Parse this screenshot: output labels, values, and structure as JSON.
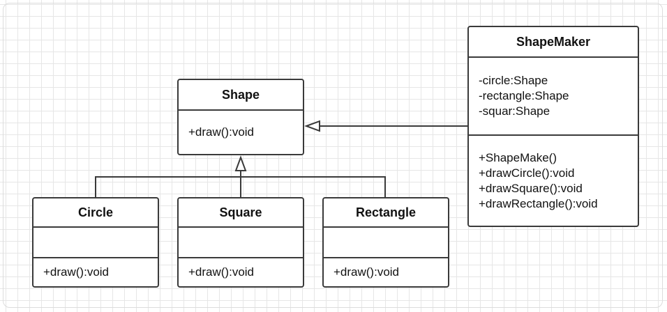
{
  "colors": {
    "stroke": "#3a3a3a",
    "grid": "#e6e6e6",
    "background": "#ffffff",
    "text": "#111111"
  },
  "classes": {
    "shape": {
      "name": "Shape",
      "attributes": [],
      "operations": [
        "+draw():void"
      ]
    },
    "circle": {
      "name": "Circle",
      "attributes": [],
      "operations": [
        "+draw():void"
      ]
    },
    "square": {
      "name": "Square",
      "attributes": [],
      "operations": [
        "+draw():void"
      ]
    },
    "rectangle": {
      "name": "Rectangle",
      "attributes": [],
      "operations": [
        "+draw():void"
      ]
    },
    "shapemaker": {
      "name": "ShapeMaker",
      "attributes": [
        "-circle:Shape",
        "-rectangle:Shape",
        "-squar:Shape"
      ],
      "operations": [
        "+ShapeMake()",
        "+drawCircle():void",
        "+drawSquare():void",
        "+drawRectangle():void"
      ]
    }
  }
}
